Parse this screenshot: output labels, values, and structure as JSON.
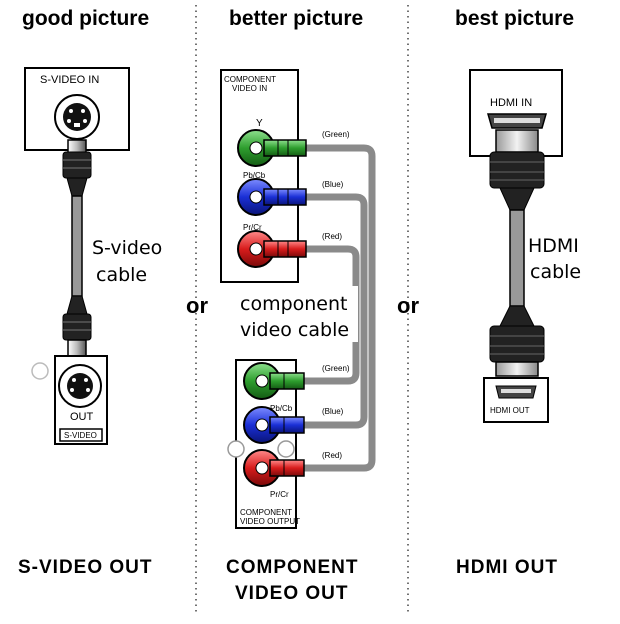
{
  "headings": {
    "left": "good picture",
    "middle": "better picture",
    "right": "best picture"
  },
  "separator_text": "or",
  "svideo": {
    "in_label": "S-VIDEO IN",
    "cable_line1": "S-video",
    "cable_line2": "cable",
    "out_label": "OUT",
    "out_sub_label": "S-VIDEO",
    "footer": "S-VIDEO OUT"
  },
  "component": {
    "in_label_line1": "COMPONENT",
    "in_label_line2": "VIDEO IN",
    "port_y": "Y",
    "port_pb": "Pb/Cb",
    "port_pr": "Pr/Cr",
    "wire_green": "(Green)",
    "wire_blue": "(Blue)",
    "wire_red": "(Red)",
    "cable_line1": "component",
    "cable_line2": "video cable",
    "out_pb": "Pb/Cb",
    "out_pr": "Pr/Cr",
    "out_label_line1": "COMPONENT",
    "out_label_line2": "VIDEO OUTPUT",
    "footer_line1": "COMPONENT",
    "footer_line2": "VIDEO OUT",
    "colors": {
      "green": "#2e9e2e",
      "blue": "#1a2fd6",
      "red": "#d81c1c"
    }
  },
  "hdmi": {
    "in_label": "HDMI IN",
    "cable_line1": "HDMI",
    "cable_line2": "cable",
    "out_label": "HDMI OUT",
    "footer": "HDMI OUT"
  }
}
